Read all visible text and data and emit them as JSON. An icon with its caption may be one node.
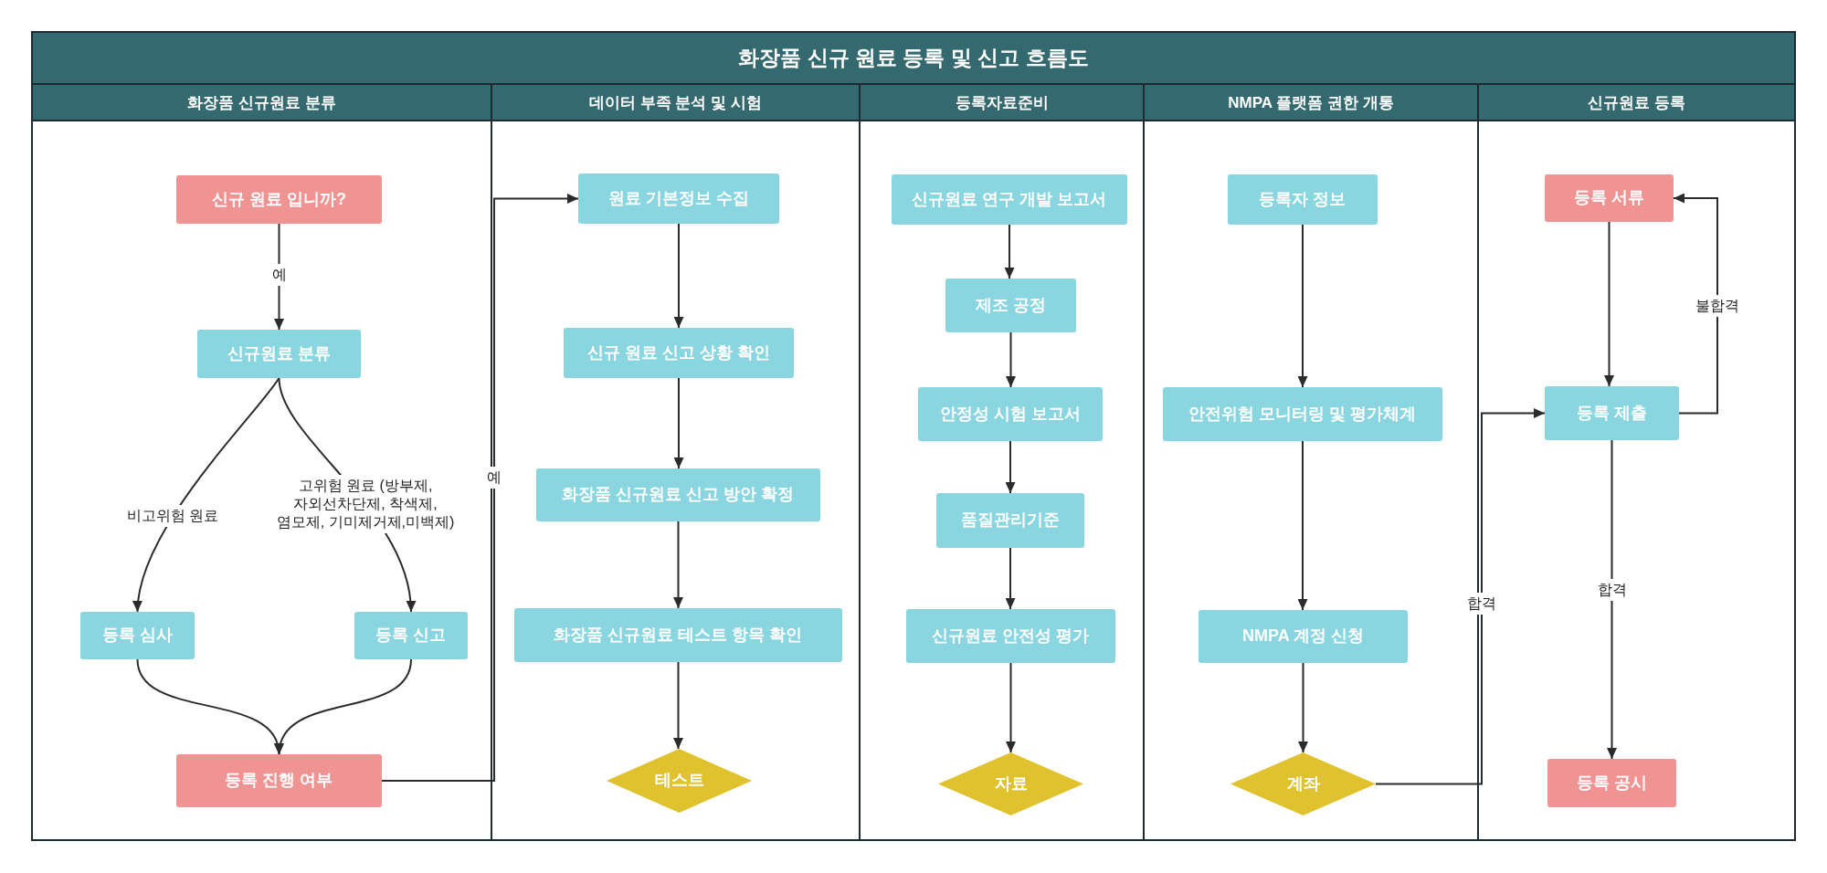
{
  "diagram": {
    "title": "화장품 신규 원료 등록 및 신고 흐름도",
    "nodes": [
      {
        "text": [
          "화장품 신규원료 분류"
        ]
      },
      {
        "text": [
          "신규 원료 입니까?"
        ],
        "in": 0
      },
      {
        "text": [
          "신규원료 분류"
        ],
        "in": 0
      },
      {
        "text": [
          "등록 심사"
        ],
        "in": 0
      },
      {
        "text": [
          "등록 신고"
        ],
        "in": 0
      },
      {
        "text": [
          "등록 진행 여부"
        ],
        "in": 0
      },
      {
        "text": [
          "데이터 부족 분석 및 시험"
        ]
      },
      {
        "text": [
          "원료 기본정보 수집"
        ],
        "in": 6
      },
      {
        "text": [
          "신규 원료 신고 상황 확인"
        ],
        "in": 6
      },
      {
        "text": [
          "화장품 신규원료 신고 방안 확정"
        ],
        "in": 6
      },
      {
        "text": [
          "화장품 신규원료 테스트 항목 확인"
        ],
        "in": 6
      },
      {
        "text": [
          "테스트"
        ],
        "in": 6
      },
      {
        "text": [
          "등록자료준비"
        ]
      },
      {
        "text": [
          "신규원료 연구 개발 보고서"
        ],
        "in": 12
      },
      {
        "text": [
          "제조 공정"
        ],
        "in": 12
      },
      {
        "text": [
          "안정성 시험 보고서"
        ],
        "in": 12
      },
      {
        "text": [
          "품질관리기준"
        ],
        "in": 12
      },
      {
        "text": [
          "신규원료 안전성 평가"
        ],
        "in": 12
      },
      {
        "text": [
          "자료"
        ],
        "in": 12
      },
      {
        "text": [
          "NMPA 플랫폼 권한 개통"
        ]
      },
      {
        "text": [
          "등록자 정보"
        ],
        "in": 19
      },
      {
        "text": [
          "안전위험 모니터링 및 평가체계"
        ],
        "in": 19
      },
      {
        "text": [
          "NMPA 계정 신청"
        ],
        "in": 19
      },
      {
        "text": [
          "계좌"
        ],
        "in": 19
      },
      {
        "text": [
          "신규원료 등록"
        ]
      },
      {
        "text": [
          "등록 서류"
        ],
        "in": 24
      },
      {
        "text": [
          "등록 제출"
        ],
        "in": 24
      },
      {
        "text": [
          "등록 공시"
        ],
        "in": 24
      }
    ],
    "edges": [
      {
        "from": 1,
        "to": 2,
        "arrow": "to",
        "label": "예"
      },
      {
        "from": 2,
        "to": 3,
        "arrow": "to",
        "label": "비고위험 원료"
      },
      {
        "from": 2,
        "to": 4,
        "arrow": "to",
        "label": "고위험 원료 (방부제, 자외선차단제, 착색제, 염모제, 기미제거제,미백제)"
      },
      {
        "from": 3,
        "to": 5,
        "arrow": "to"
      },
      {
        "from": 4,
        "to": 5,
        "arrow": "to"
      },
      {
        "from": 5,
        "to": 7,
        "arrow": "to",
        "label": "예"
      },
      {
        "from": 7,
        "to": 8,
        "arrow": "to"
      },
      {
        "from": 8,
        "to": 9,
        "arrow": "to"
      },
      {
        "from": 9,
        "to": 10,
        "arrow": "to"
      },
      {
        "from": 10,
        "to": 11,
        "arrow": "to"
      },
      {
        "from": 13,
        "to": 14,
        "arrow": "to"
      },
      {
        "from": 14,
        "to": 15,
        "arrow": "to"
      },
      {
        "from": 15,
        "to": 16,
        "arrow": "to"
      },
      {
        "from": 16,
        "to": 17,
        "arrow": "to"
      },
      {
        "from": 17,
        "to": 18,
        "arrow": "to"
      },
      {
        "from": 20,
        "to": 21,
        "arrow": "to"
      },
      {
        "from": 21,
        "to": 22,
        "arrow": "to"
      },
      {
        "from": 22,
        "to": 23,
        "arrow": "to"
      },
      {
        "from": 23,
        "to": 26,
        "arrow": "to",
        "label": "합격"
      },
      {
        "from": 25,
        "to": 26,
        "arrow": "to"
      },
      {
        "from": 26,
        "to": 25,
        "arrow": "to",
        "label": "불합격"
      },
      {
        "from": 26,
        "to": 27,
        "arrow": "to",
        "label": "합격"
      }
    ]
  }
}
